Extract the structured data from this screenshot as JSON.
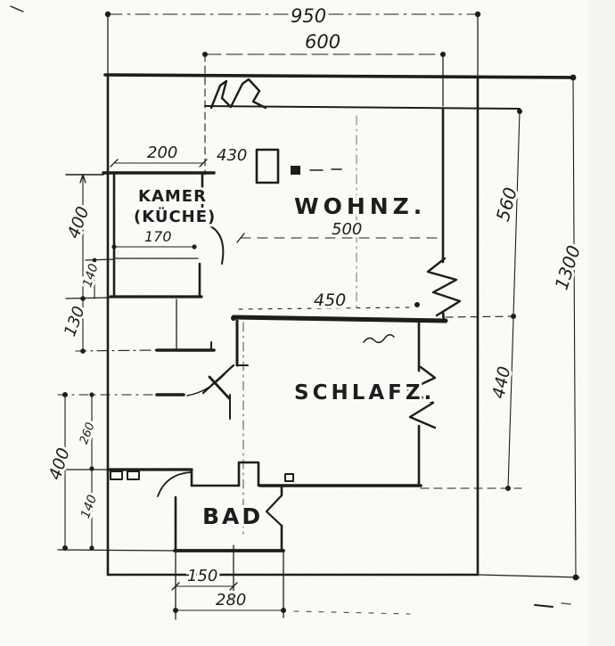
{
  "meta": {
    "title": "Scanned hand-drawn apartment floor plan"
  },
  "style": {
    "ink": "#1d1d1d",
    "paper": "#fbfbf8"
  },
  "plan": {
    "rooms": {
      "kitchen_line1": "KAMER",
      "kitchen_line2": "(KÜCHE)",
      "living": "WOHNZ.",
      "bedroom": "SCHLAFZ.",
      "bath": "BAD"
    },
    "dims": {
      "total_width": "950",
      "living_top": "600",
      "kitchen_width": "200",
      "entry_width": "430",
      "left_upper": "400",
      "left_upper_inner": "140",
      "left_entry": "130",
      "left_lower": "400",
      "left_lower_inner_top": "260",
      "left_lower_inner_bottom": "140",
      "kitchen_inner": "170",
      "living_width": "500",
      "living_bedroom_wall": "450",
      "right_upper": "560",
      "right_lower": "440",
      "total_height": "1300",
      "bath_door": "150",
      "bath_width": "280"
    }
  }
}
